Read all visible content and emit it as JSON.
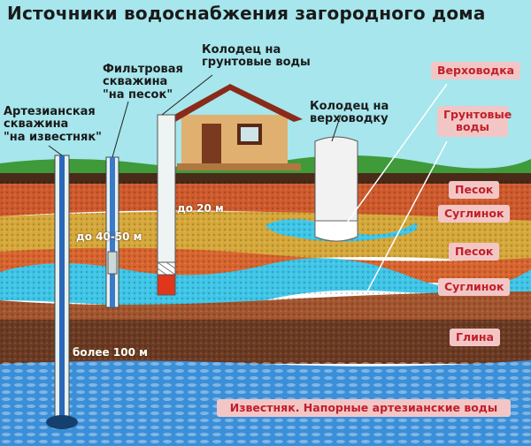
{
  "title": "Источники водоснабжения загородного дома",
  "wells": {
    "artesian": {
      "line1": "Артезианская",
      "line2": "скважина",
      "line3": "\"на известняк\"",
      "depth": "более 100 м"
    },
    "filter": {
      "line1": "Фильтровая",
      "line2": "скважина",
      "line3": "\"на песок\"",
      "depth": "до 40-50 м"
    },
    "ground_well": {
      "line1": "Колодец на",
      "line2": "грунтовые воды",
      "depth": "до 20 м"
    },
    "perched_well": {
      "line1": "Колодец на",
      "line2": "верховодку"
    }
  },
  "layers": {
    "perched_water": "Верховодка",
    "ground_water": "Грунтовые воды",
    "sand1": "Песок",
    "loam1": "Суглинок",
    "sand2": "Песок",
    "loam2": "Суглинок",
    "clay": "Глина",
    "limestone": "Известняк. Напорные артезианские воды"
  },
  "colors": {
    "sky": "#a6e6ec",
    "water": "#3fc6e8",
    "label_bg": "#f3c6c6",
    "label_text": "#c0202a"
  }
}
